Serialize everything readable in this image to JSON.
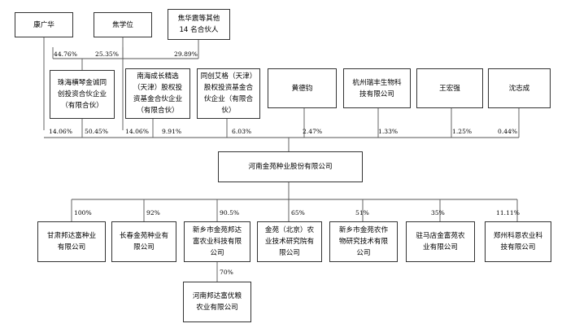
{
  "top_holders": {
    "kang": "康广华",
    "jiao": "焦学位",
    "others": "焦华震等其他\n14 名合伙人"
  },
  "top_holder_pcts": {
    "kang_to_zhuhai": "44.76%",
    "jiao_to_zhuhai": "25.35%",
    "others_to_zhuhai": "29.89%"
  },
  "shareholders": [
    {
      "name": "珠海横琴金诚同\n创投资合伙企业\n（有限合伙）"
    },
    {
      "name": "南海成长精选\n（天津）股权投\n资基金合伙企业\n（有限合伙）"
    },
    {
      "name": "同创艾格（天津）\n股权投资基金合\n伙企业（有限合\n伙）"
    },
    {
      "name": "黄德钧"
    },
    {
      "name": "杭州瑞丰生物科\n技有限公司"
    },
    {
      "name": "王宏强"
    },
    {
      "name": "沈志成"
    }
  ],
  "shareholder_pcts": {
    "kang_direct": "14.06%",
    "zhuhai": "50.45%",
    "jiao_direct": "14.06%",
    "nanhai": "9.91%",
    "tongchuang": "6.03%",
    "huang": "2.47%",
    "hangzhou": "1.33%",
    "wang": "1.25%",
    "shen": "0.44%"
  },
  "company": "河南金苑种业股份有限公司",
  "subsidiaries": [
    {
      "name": "甘肃邦达富种业\n有限公司",
      "pct": "100%"
    },
    {
      "name": "长春金苑种业有\n限公司",
      "pct": "92%"
    },
    {
      "name": "新乡市金苑邦达\n富农业科技有限\n公司",
      "pct": "90.5%"
    },
    {
      "name": "金苑（北京）农\n业技术研究院有\n限公司",
      "pct": "65%"
    },
    {
      "name": "新乡市金苑农作\n物研究技术有限\n公司",
      "pct": "51%"
    },
    {
      "name": "驻马店金富苑农\n业有限公司",
      "pct": "35%"
    },
    {
      "name": "郑州科恩农业科\n技有限公司",
      "pct": "11.11%"
    }
  ],
  "sub_subsidiary": {
    "name": "河南邦达富优粮\n农业有限公司",
    "pct": "70%"
  }
}
